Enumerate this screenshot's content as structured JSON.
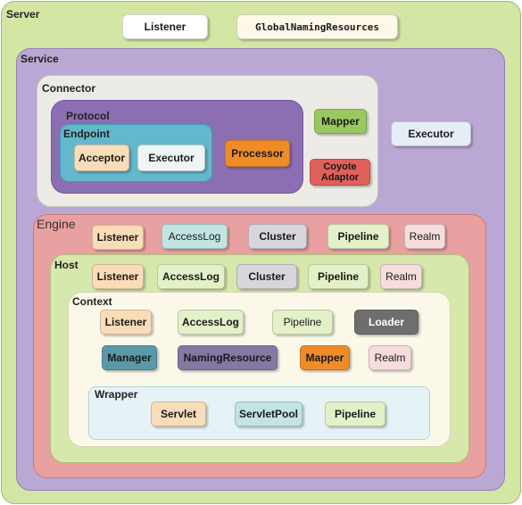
{
  "server": {
    "label": "Server",
    "listener": "Listener",
    "global_naming_resources": "GlobalNamingResources"
  },
  "service": {
    "label": "Service",
    "executor": "Executor",
    "connector": {
      "label": "Connector",
      "mapper": "Mapper",
      "coyote_adaptor": "Coyote\nAdaptor",
      "protocol": {
        "label": "Protocol",
        "processor": "Processor",
        "endpoint": {
          "label": "Endpoint",
          "acceptor": "Acceptor",
          "executor": "Executor"
        }
      }
    }
  },
  "engine": {
    "label": "Engine",
    "listener": "Listener",
    "access_log": "AccessLog",
    "cluster": "Cluster",
    "pipeline": "Pipeline",
    "realm": "Realm"
  },
  "host": {
    "label": "Host",
    "listener": "Listener",
    "access_log": "AccessLog",
    "cluster": "Cluster",
    "pipeline": "Pipeline",
    "realm": "Realm"
  },
  "context": {
    "label": "Context",
    "listener": "Listener",
    "access_log": "AccessLog",
    "pipeline": "Pipeline",
    "loader": "Loader",
    "manager": "Manager",
    "naming_resource": "NamingResource",
    "mapper": "Mapper",
    "realm": "Realm"
  },
  "wrapper": {
    "label": "Wrapper",
    "servlet": "Servlet",
    "servlet_pool": "ServletPool",
    "pipeline": "Pipeline"
  },
  "colors": {
    "server_bg": "#d4e6a4",
    "service_bg": "#b9a7d4",
    "connector_bg": "#ecebe6",
    "protocol_bg": "#8c6fb2",
    "endpoint_bg": "#64b8cc",
    "engine_bg": "#e8a0a0",
    "host_bg": "#d7e8ad",
    "context_bg": "#fbf8ea",
    "wrapper_bg": "#e6f3f6",
    "orange_box": "#fadcb8",
    "teal_box": "#c2e4e2",
    "gray_box": "#d9d5dc",
    "green_box": "#e3f1c8",
    "pink_box": "#f6dcdc",
    "processor": "#f08c28",
    "mapper_green": "#9ac860",
    "coyote_red": "#e0605a",
    "loader": "#6e6e6e",
    "manager": "#5a9aa8",
    "naming": "#8478a4"
  }
}
